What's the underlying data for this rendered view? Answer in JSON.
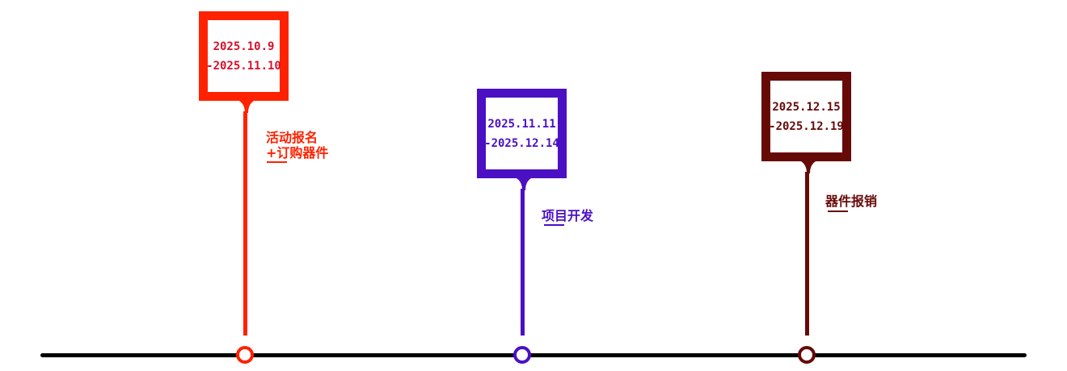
{
  "colors": {
    "axis": "#000000",
    "phase1": "#ff2200",
    "phase2": "#4b10c4",
    "phase3": "#660a08"
  },
  "events": [
    {
      "date_start": "2025.10.9",
      "date_end": "-2025.11.10",
      "label_line1": "活动报名",
      "label_line2": "+订购器件"
    },
    {
      "date_start": "2025.11.11",
      "date_end": "-2025.12.14",
      "label_line1": "项目开发"
    },
    {
      "date_start": "2025.12.15",
      "date_end": "-2025.12.19",
      "label_line1": "器件报销"
    }
  ]
}
